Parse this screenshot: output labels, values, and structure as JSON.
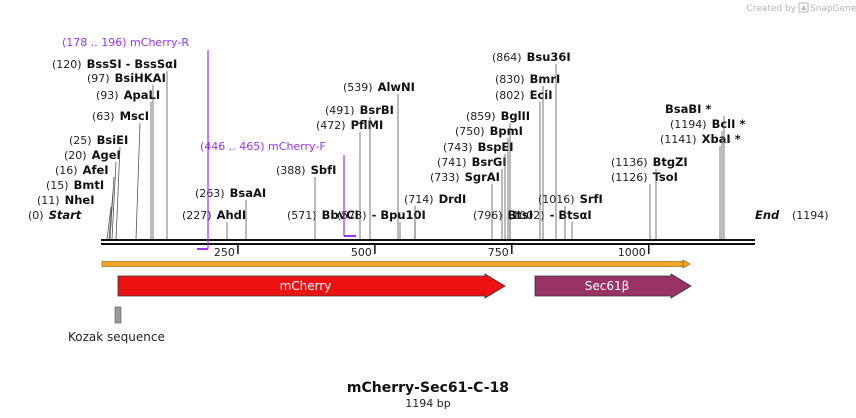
{
  "title": "mCherry-Sec61-C-18",
  "length_label": "1194 bp",
  "credit": {
    "text": "Created by",
    "brand": "SnapGene"
  },
  "sequence_length": 1194,
  "colors": {
    "primer": "#9933ee",
    "mcherry": "#ee1111",
    "sec61": "#993366",
    "orf": "#f5a623",
    "kozak": "#999999",
    "backbone": "#111111"
  },
  "ticks": [
    "250",
    "500",
    "750",
    "1000"
  ],
  "ticks_values": [
    250,
    500,
    750,
    1000
  ],
  "sites": [
    {
      "pos": "(0)",
      "name": "Start",
      "bp": 0,
      "italic": true
    },
    {
      "pos": "(11)",
      "name": "NheI",
      "bp": 11
    },
    {
      "pos": "(15)",
      "name": "BmtI",
      "bp": 15
    },
    {
      "pos": "(16)",
      "name": "AfeI",
      "bp": 16
    },
    {
      "pos": "(20)",
      "name": "AgeI",
      "bp": 20
    },
    {
      "pos": "(25)",
      "name": "BsiEI",
      "bp": 25
    },
    {
      "pos": "(63)",
      "name": "MscI",
      "bp": 63
    },
    {
      "pos": "(93)",
      "name": "ApaLI",
      "bp": 93
    },
    {
      "pos": "(97)",
      "name": "BsiHKAI",
      "bp": 97
    },
    {
      "pos": "(120)",
      "name": "BssSI  -  BssSαI",
      "bp": 120
    },
    {
      "pos": "(227)",
      "name": "AhdI",
      "bp": 227
    },
    {
      "pos": "(263)",
      "name": "BsaAI",
      "bp": 263
    },
    {
      "pos": "(388)",
      "name": "SbfI",
      "bp": 388
    },
    {
      "pos": "(571)",
      "name": "BbvCI",
      "bp": 571
    },
    {
      "pos": "(472)",
      "name": "PflMI",
      "bp": 472
    },
    {
      "pos": "(491)",
      "name": "BsrBI",
      "bp": 491
    },
    {
      "pos": "(539)",
      "name": "AlwNI",
      "bp": 539
    },
    {
      "pos": "(573)",
      "name": "Bpu10I",
      "bp": 573,
      "dash": true
    },
    {
      "pos": "(714)",
      "name": "DrdI",
      "bp": 714
    },
    {
      "pos": "(733)",
      "name": "SgrAI",
      "bp": 733
    },
    {
      "pos": "(741)",
      "name": "BsrGI",
      "bp": 741
    },
    {
      "pos": "(743)",
      "name": "BspEI",
      "bp": 743
    },
    {
      "pos": "(750)",
      "name": "BpmI",
      "bp": 750
    },
    {
      "pos": "(859)",
      "name": "BglII",
      "bp": 859
    },
    {
      "pos": "(796)",
      "name": "BtsI",
      "bp": 796
    },
    {
      "pos": "(802)",
      "name": "EciI",
      "bp": 802
    },
    {
      "pos": "(830)",
      "name": "BmrI",
      "bp": 830
    },
    {
      "pos": "(864)",
      "name": "Bsu36I",
      "bp": 864
    },
    {
      "pos": "(1002)",
      "name": "BtsαI",
      "bp": 1002,
      "dash": true
    },
    {
      "pos": "(1016)",
      "name": "SrfI",
      "bp": 1016
    },
    {
      "pos": "(1126)",
      "name": "TsoI",
      "bp": 1126
    },
    {
      "pos": "(1136)",
      "name": "BtgZI",
      "bp": 1136
    },
    {
      "pos": "(1141)",
      "name": "XbaI *",
      "bp": 1141
    },
    {
      "pos": "(1194)",
      "name": "BclI *",
      "bp": 1194
    },
    {
      "pos": "",
      "name": "BsaBI *",
      "bp": 1141
    },
    {
      "pos": "",
      "name": "End",
      "bp": 1194,
      "italic": true
    }
  ],
  "primers": [
    {
      "range": "(178 .. 196)",
      "name": "mCherry-R",
      "direction": "reverse",
      "start": 178,
      "end": 196
    },
    {
      "range": "(446 .. 465)",
      "name": "mCherry-F",
      "direction": "forward",
      "start": 446,
      "end": 465
    }
  ],
  "features": [
    {
      "name": "mCherry",
      "start": 30,
      "end": 740,
      "color": "#ee1111"
    },
    {
      "name": "Sec61β",
      "start": 797,
      "end": 1091,
      "color": "#993366"
    }
  ],
  "orf": {
    "start": 0,
    "end": 1091
  },
  "kozak": {
    "label": "Kozak sequence",
    "start": 24,
    "end": 36
  }
}
